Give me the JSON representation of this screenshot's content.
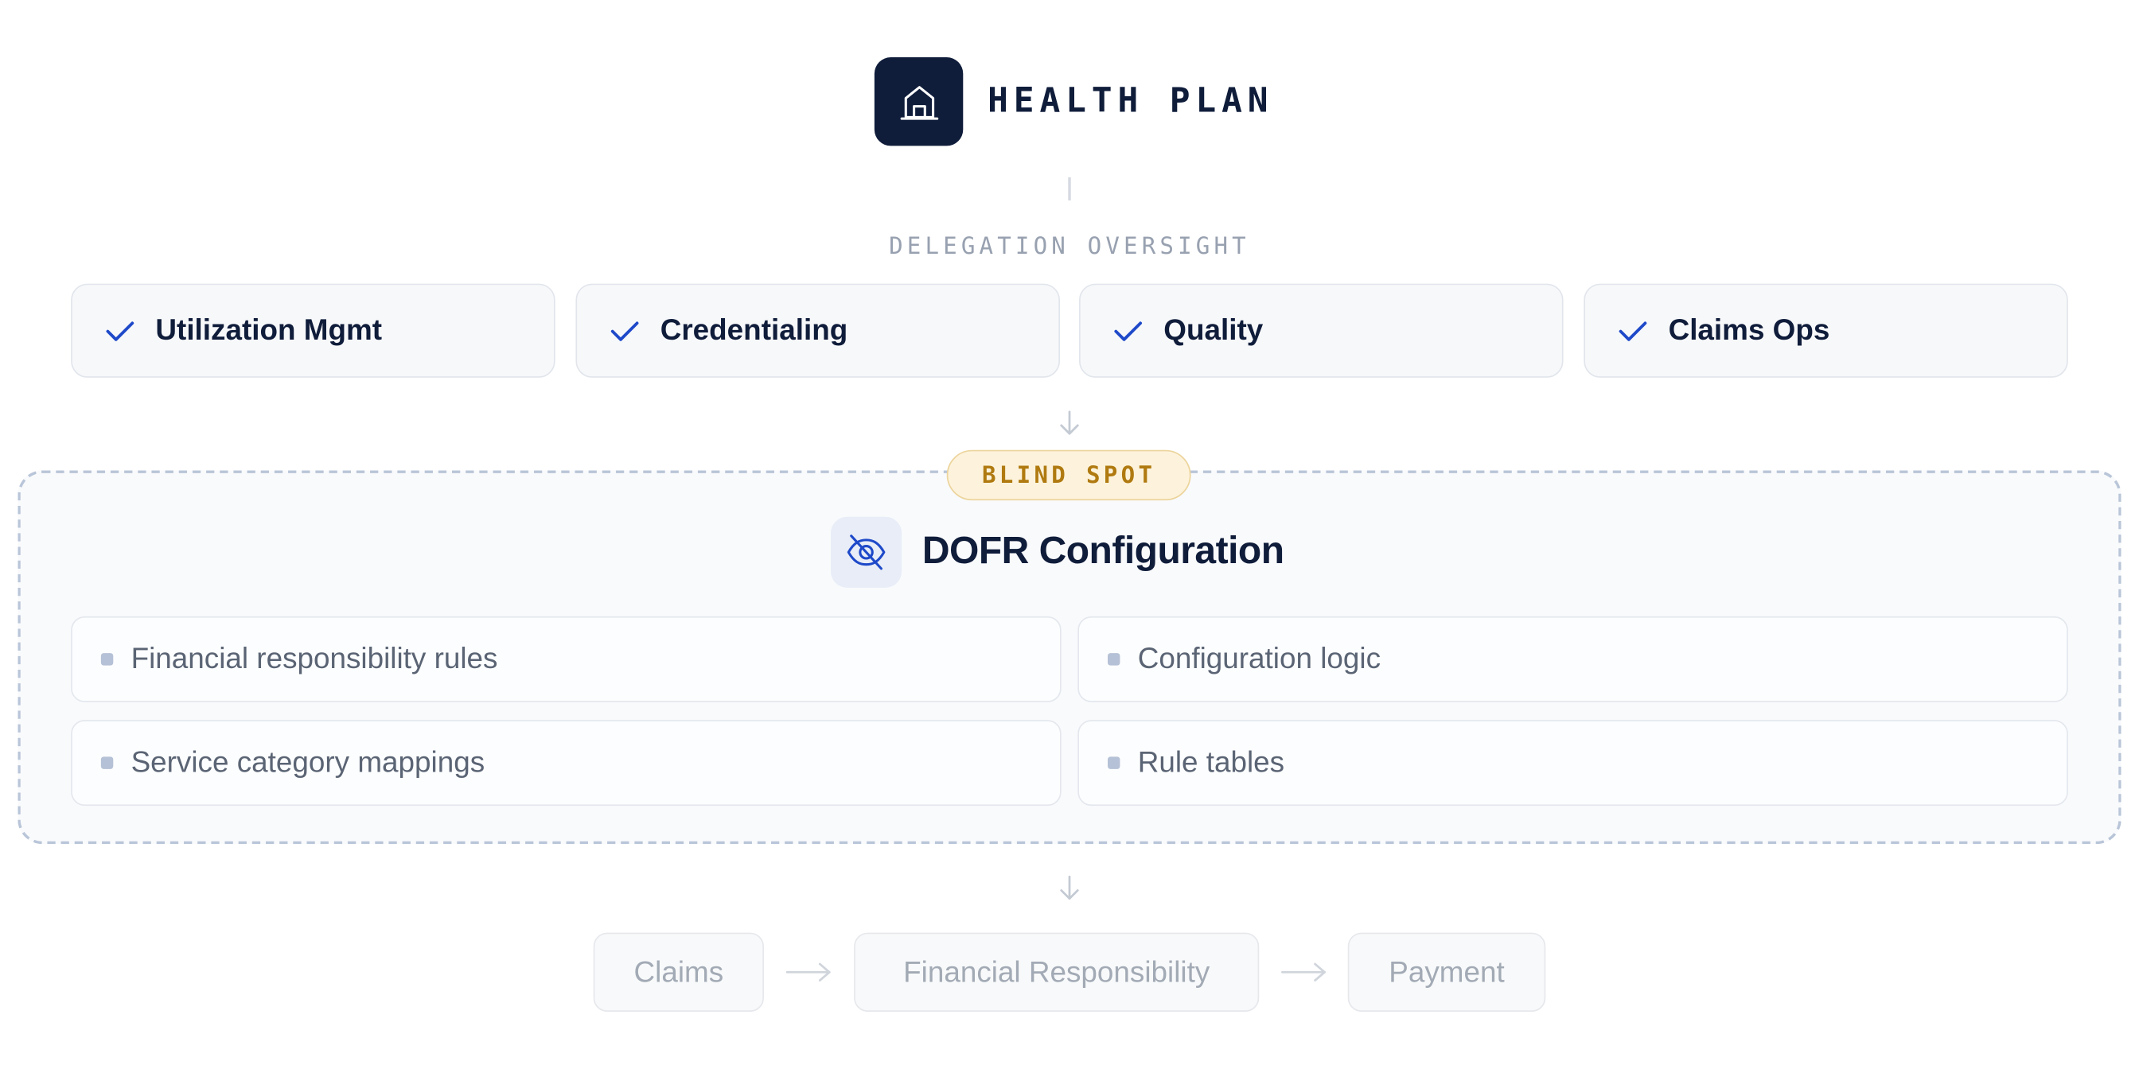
{
  "header": {
    "title": "HEALTH PLAN",
    "icon": "building-icon"
  },
  "oversight": {
    "label": "DELEGATION OVERSIGHT",
    "items": [
      {
        "label": "Utilization Mgmt",
        "icon": "check-icon"
      },
      {
        "label": "Credentialing",
        "icon": "check-icon"
      },
      {
        "label": "Quality",
        "icon": "check-icon"
      },
      {
        "label": "Claims Ops",
        "icon": "check-icon"
      }
    ]
  },
  "blind_spot": {
    "badge": "BLIND SPOT",
    "title": "DOFR Configuration",
    "icon": "eye-off-icon",
    "items": [
      {
        "label": "Financial responsibility rules"
      },
      {
        "label": "Configuration logic"
      },
      {
        "label": "Service category mappings"
      },
      {
        "label": "Rule tables"
      }
    ]
  },
  "flow": {
    "steps": [
      "Claims",
      "Financial Responsibility",
      "Payment"
    ]
  },
  "colors": {
    "navy": "#0f1c3a",
    "accent_blue": "#1e49c9",
    "amber": "#b07a10",
    "muted": "#98a1b0"
  }
}
